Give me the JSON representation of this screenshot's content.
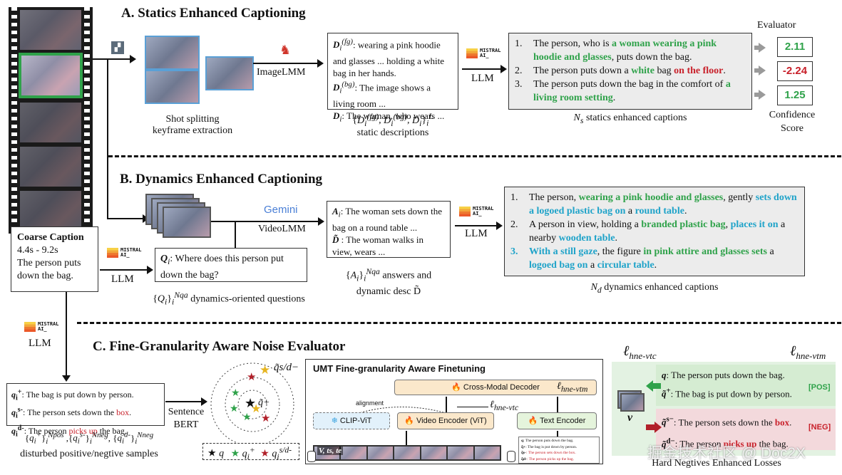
{
  "sections": {
    "a": "A. Statics Enhanced Captioning",
    "b": "B. Dynamics Enhanced Captioning",
    "c": "C. Fine-Granularity Aware Noise Evaluator"
  },
  "labels": {
    "image_lmm": "ImageLMM",
    "video_lmm": "VideoLMM",
    "gemini": "Gemini",
    "llm": "LLM",
    "mistral_logo": "MISTRAL AI_",
    "shot_split_1": "Shot splitting",
    "shot_split_2": "keyframe extraction",
    "static_desc_math": "{Di(fg), Di(bg), Di}iL",
    "static_desc": "static descriptions",
    "ns_caption": "Ns statics enhanced captions",
    "nd_caption": "Nd dynamics enhanced captions",
    "evaluator": "Evaluator",
    "confidence_1": "Confidence",
    "confidence_2": "Score",
    "answers_math": "{Ai}iNqa answers and",
    "dynamic_desc": "dynamic desc D̃",
    "questions_caption": "{Qi}iNqa dynamics-oriented questions",
    "sentence": "Sentence",
    "bert": "BERT",
    "disturbed_math": "{qi+}iNpos ,{qis-}iNneg, {qid-}iNneg",
    "disturbed_caption": "disturbed positive/negtive samples",
    "hne_vtc": "ℓhne-vtc",
    "hne_vtm": "ℓhne-vtm",
    "hard_neg_caption": "Hard Negtives Enhanced Losses",
    "watermark": "掘金技术社区 @ Doc2X"
  },
  "static_desc_box": [
    {
      "sym": "Di(fg)",
      "text": ": wearing a pink hoodie and glasses ... holding a white bag in her hands."
    },
    {
      "sym": "Di(bg)",
      "text": ": The image shows a living room ..."
    },
    {
      "sym": "Di",
      "text": ": The woman, who wears ..."
    }
  ],
  "statics_captions": [
    {
      "num": "1.",
      "parts": [
        {
          "t": "The person, who is ",
          "c": ""
        },
        {
          "t": "a woman wearing a pink hoodie and glasses",
          "c": "green"
        },
        {
          "t": ", puts down the bag.",
          "c": ""
        }
      ]
    },
    {
      "num": "2.",
      "parts": [
        {
          "t": "The person puts down a ",
          "c": ""
        },
        {
          "t": "white",
          "c": "green"
        },
        {
          "t": " bag ",
          "c": ""
        },
        {
          "t": "on the floor",
          "c": "red"
        },
        {
          "t": ".",
          "c": ""
        }
      ]
    },
    {
      "num": "3.",
      "parts": [
        {
          "t": "The person puts down the bag in the comfort of ",
          "c": ""
        },
        {
          "t": "a living room setting",
          "c": "green"
        },
        {
          "t": ".",
          "c": ""
        }
      ]
    }
  ],
  "scores": [
    {
      "value": "2.11",
      "color": "#2fa24a"
    },
    {
      "value": "-2.24",
      "color": "#c8202a"
    },
    {
      "value": "1.25",
      "color": "#2fa24a"
    }
  ],
  "coarse_caption": {
    "title": "Coarse Caption",
    "time": "4.4s - 9.2s",
    "text": "The person puts down the bag."
  },
  "question_box": {
    "sym": "Qi",
    "text": ": Where does this person put down the bag?"
  },
  "answer_box": [
    {
      "sym": "Ai",
      "text": ": The woman sets down the bag on a round table ..."
    },
    {
      "sym": "D̃",
      "text": " : The woman walks in view, wears ..."
    }
  ],
  "dynamics_captions": [
    {
      "num": "1.",
      "parts": [
        {
          "t": "The person, ",
          "c": ""
        },
        {
          "t": "wearing a pink hoodie and glasses",
          "c": "green"
        },
        {
          "t": ", gently ",
          "c": ""
        },
        {
          "t": "sets down a logoed plastic bag on",
          "c": "cyan"
        },
        {
          "t": " a ",
          "c": ""
        },
        {
          "t": "round table",
          "c": "cyan"
        },
        {
          "t": ".",
          "c": ""
        }
      ]
    },
    {
      "num": "2.",
      "parts": [
        {
          "t": "A person in view, holding a ",
          "c": ""
        },
        {
          "t": "branded plastic bag",
          "c": "green"
        },
        {
          "t": ", ",
          "c": ""
        },
        {
          "t": "places it on",
          "c": "cyan"
        },
        {
          "t": " a nearby ",
          "c": ""
        },
        {
          "t": "wooden table",
          "c": "cyan"
        },
        {
          "t": ".",
          "c": ""
        }
      ]
    },
    {
      "num": "3.",
      "parts": [
        {
          "t": "With a still gaze",
          "c": "cyan"
        },
        {
          "t": ", the figure ",
          "c": ""
        },
        {
          "t": "in pink attire and glasses sets",
          "c": "green"
        },
        {
          "t": " a ",
          "c": ""
        },
        {
          "t": "logoed bag on",
          "c": "cyan"
        },
        {
          "t": " a ",
          "c": ""
        },
        {
          "t": "circular table",
          "c": "cyan"
        },
        {
          "t": ".",
          "c": ""
        }
      ]
    }
  ],
  "samples_box": [
    {
      "sym": "qi+",
      "parts": [
        {
          "t": ": The bag is put down by person.",
          "c": ""
        }
      ]
    },
    {
      "sym": "qis-",
      "parts": [
        {
          "t": ": The person sets down the ",
          "c": ""
        },
        {
          "t": "box",
          "c": "redn"
        },
        {
          "t": ".",
          "c": ""
        }
      ]
    },
    {
      "sym": "qid-",
      "parts": [
        {
          "t": ": The person ",
          "c": ""
        },
        {
          "t": "picks up",
          "c": "redn"
        },
        {
          "t": " the bag.",
          "c": ""
        }
      ]
    }
  ],
  "umt": {
    "title": "UMT Fine-granularity Aware Finetuning",
    "cross_modal": "Cross-Modal Decoder",
    "clip_vit": "CLIP-ViT",
    "video_encoder": "Video Encoder (ViT)",
    "text_encoder": "Text Encoder",
    "alignment": "alignment",
    "v_input": "V, ts, te",
    "mini_texts": [
      {
        "sym": "q",
        "t": ": The person puts down the bag.",
        "c": ""
      },
      {
        "sym": "q̃+",
        "t": ": The bag is put down by person.",
        "c": ""
      },
      {
        "sym": "q̃s-",
        "t": ": The person sets down the box.",
        "c": "redn"
      },
      {
        "sym": "q̃d-",
        "t": ": The person picks up the bag.",
        "c": "redn"
      }
    ]
  },
  "legend_stars": [
    "q",
    "qi+",
    "qis/d-"
  ],
  "circle_label": "q̃s/d−",
  "circle_label2": "q̃+",
  "hard_neg": {
    "pos_rows": [
      {
        "sym": "q",
        "t": ": The person puts down the bag."
      },
      {
        "sym": "q̃+",
        "t": ": The bag is put down by person."
      }
    ],
    "neg_rows": [
      {
        "sym": "q̃s−",
        "pre": ": The person sets down the ",
        "hl": "box",
        "post": "."
      },
      {
        "sym": "q̃d−",
        "pre": ": The person ",
        "hl": "picks up",
        "post": " the bag."
      }
    ],
    "pos_tag": "[POS]",
    "neg_tag": "[NEG]",
    "v": "v"
  }
}
